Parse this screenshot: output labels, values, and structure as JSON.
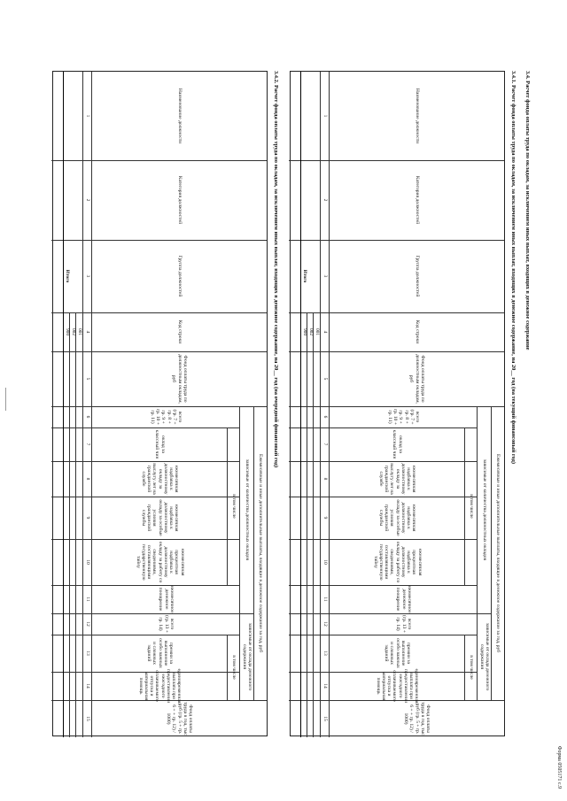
{
  "form_number": "Форма 0505171 с.9",
  "section_title": "3.4. Расчет фонда оплаты труда по окладам, за исключением иных выплат, входящих в денежное содержание",
  "tables": [
    {
      "subtitle": "3.4.1. Расчет фонда оплаты труда по окладам, за исключением иных выплат, входящих в денежное содержание, на 20__ год (на текущий финансовый год)",
      "rows": [
        {
          "code": "001"
        },
        {
          "code": "002"
        }
      ],
      "total_label": "Итого",
      "total_code": "900"
    },
    {
      "subtitle": "3.4.2. Расчет фонда оплаты труда по окладам, за исключением иных выплат, входящих в денежное содержание, на 20__ год (на очередной финансовый год)",
      "rows": [
        {
          "code": "001"
        },
        {
          "code": "002"
        }
      ],
      "total_label": "Итого",
      "total_code": "900"
    }
  ],
  "headers": {
    "position": "Наименование должности",
    "category": "Категория должностей",
    "group": "Группа должностей",
    "code": "Код строки",
    "fund": "Фонд оплаты труда по должностным окладам, руб",
    "extra": "Ежемесячные и иные дополнительные выплаты, входящие в денежное содержание за год, руб",
    "by_salaries": "зависимые от количества должностных окладов",
    "by_allowance": "зависимые от оклада денежного содержания",
    "incl": "в том числе",
    "total_a": "всего",
    "formula_a": "(гр. 7 + гр. 8 + гр. 9 + гр. 10 + гр. 11)",
    "total_b": "всего",
    "formula_b": "(гр. 13 + гр. 14)",
    "c7": "оклад за классный чин",
    "c8": "ежемесячная надбавка к должностному окладу за выслугу лет на гражданской службе",
    "c9": "ежемесячная надбавка к должностному окладу за особые условия гражданской службы",
    "c10": "ежемесячная процентная надбавка к должностному окладу за работу со сведениями, составляющими государственную тайну",
    "c11": "ежемесячное денежное поощрение",
    "c13": "премии за выполнение особо важных и сложных заданий",
    "c14": "единовременная выплата при предоставлении ежегодного оплачиваемого отпуска и материальная помощь",
    "c15": "Фонд оплаты труда в год, тыс руб (гр. 5 + гр. 6 + + гр. 12) / 1000)"
  },
  "col_numbers": [
    "1",
    "2",
    "3",
    "4",
    "5",
    "6",
    "7",
    "8",
    "9",
    "10",
    "11",
    "12",
    "13",
    "14",
    "15"
  ]
}
